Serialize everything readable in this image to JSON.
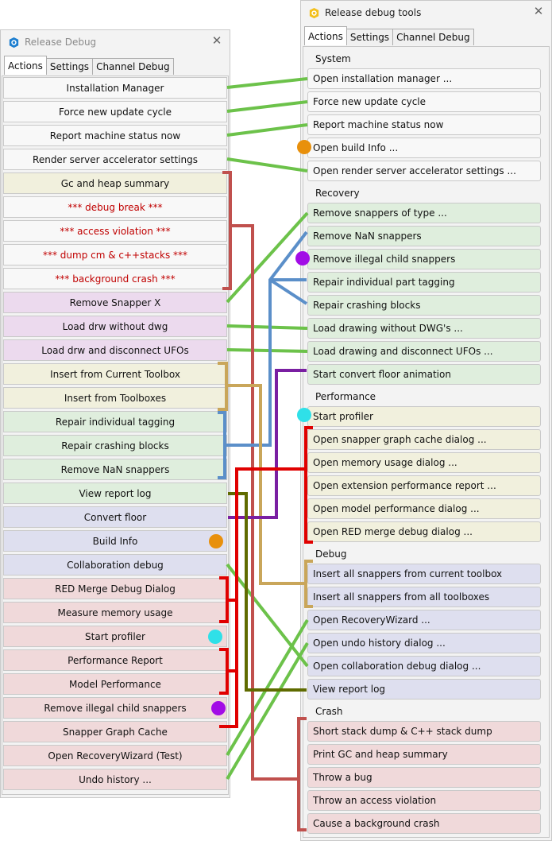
{
  "left_window": {
    "title": "Release Debug",
    "tabs": [
      "Actions",
      "Settings",
      "Channel Debug"
    ],
    "buttons": [
      {
        "label": "Installation Manager",
        "color": "white"
      },
      {
        "label": "Force new update cycle",
        "color": "white"
      },
      {
        "label": "Report machine status now",
        "color": "white"
      },
      {
        "label": "Render server accelerator settings",
        "color": "white"
      },
      {
        "label": "Gc and heap summary",
        "color": "cream"
      },
      {
        "label": "*** debug break ***",
        "color": "white",
        "red_text": true
      },
      {
        "label": "*** access violation ***",
        "color": "white",
        "red_text": true
      },
      {
        "label": "*** dump cm & c++stacks ***",
        "color": "white",
        "red_text": true
      },
      {
        "label": "*** background crash ***",
        "color": "white",
        "red_text": true
      },
      {
        "label": "Remove Snapper X",
        "color": "purple"
      },
      {
        "label": "Load drw without dwg",
        "color": "purple"
      },
      {
        "label": "Load drw and disconnect UFOs",
        "color": "purple"
      },
      {
        "label": "Insert from Current Toolbox",
        "color": "cream"
      },
      {
        "label": "Insert from Toolboxes",
        "color": "cream"
      },
      {
        "label": "Repair individual tagging",
        "color": "green"
      },
      {
        "label": "Repair crashing blocks",
        "color": "green"
      },
      {
        "label": "Remove NaN snappers",
        "color": "green"
      },
      {
        "label": "View report log",
        "color": "green"
      },
      {
        "label": "Convert floor",
        "color": "blue"
      },
      {
        "label": "Build Info",
        "color": "blue"
      },
      {
        "label": "Collaboration debug",
        "color": "blue"
      },
      {
        "label": "RED Merge Debug Dialog",
        "color": "pink"
      },
      {
        "label": "Measure memory usage",
        "color": "pink"
      },
      {
        "label": "Start profiler",
        "color": "pink"
      },
      {
        "label": "Performance Report",
        "color": "pink"
      },
      {
        "label": "Model Performance",
        "color": "pink"
      },
      {
        "label": "Remove illegal child snappers",
        "color": "pink"
      },
      {
        "label": "Snapper Graph Cache",
        "color": "pink"
      },
      {
        "label": "Open RecoveryWizard (Test)",
        "color": "pink"
      },
      {
        "label": "Undo history ...",
        "color": "pink"
      }
    ]
  },
  "right_window": {
    "title": "Release debug tools",
    "tabs": [
      "Actions",
      "Settings",
      "Channel Debug"
    ],
    "sections": [
      {
        "title": "System",
        "items": [
          {
            "label": "Open installation manager ...",
            "color": "white"
          },
          {
            "label": "Force new update cycle",
            "color": "white"
          },
          {
            "label": "Report machine status now",
            "color": "white"
          },
          {
            "label": "Open build Info ...",
            "color": "white"
          },
          {
            "label": "Open render server accelerator settings ...",
            "color": "white"
          }
        ]
      },
      {
        "title": "Recovery",
        "items": [
          {
            "label": "Remove snappers of type ...",
            "color": "green"
          },
          {
            "label": "Remove NaN snappers",
            "color": "green"
          },
          {
            "label": "Remove illegal child snappers",
            "color": "green"
          },
          {
            "label": "Repair individual part tagging",
            "color": "green"
          },
          {
            "label": "Repair crashing blocks",
            "color": "green"
          },
          {
            "label": "Load drawing without DWG's ...",
            "color": "green"
          },
          {
            "label": "Load drawing and disconnect UFOs ...",
            "color": "green"
          },
          {
            "label": "Start convert floor animation",
            "color": "green"
          }
        ]
      },
      {
        "title": "Performance",
        "items": [
          {
            "label": "Start profiler",
            "color": "cream"
          },
          {
            "label": "Open snapper graph cache dialog ...",
            "color": "cream"
          },
          {
            "label": "Open memory usage dialog ...",
            "color": "cream"
          },
          {
            "label": "Open extension performance report ...",
            "color": "cream"
          },
          {
            "label": "Open model performance dialog ...",
            "color": "cream"
          },
          {
            "label": "Open RED merge debug dialog ...",
            "color": "cream"
          }
        ]
      },
      {
        "title": "Debug",
        "items": [
          {
            "label": "Insert all snappers from current toolbox",
            "color": "blue"
          },
          {
            "label": "Insert all snappers from all toolboxes",
            "color": "blue"
          },
          {
            "label": "Open RecoveryWizard ...",
            "color": "blue"
          },
          {
            "label": "Open undo history dialog ...",
            "color": "blue"
          },
          {
            "label": "Open collaboration debug dialog ...",
            "color": "blue"
          },
          {
            "label": "View report log",
            "color": "blue"
          }
        ]
      },
      {
        "title": "Crash",
        "items": [
          {
            "label": "Short stack dump & C++ stack dump",
            "color": "pink"
          },
          {
            "label": "Print GC and heap summary",
            "color": "pink"
          },
          {
            "label": "Throw a bug",
            "color": "pink"
          },
          {
            "label": "Throw an access violation",
            "color": "pink"
          },
          {
            "label": "Cause a background crash",
            "color": "pink"
          }
        ]
      }
    ]
  },
  "markers": [
    {
      "name": "build-info",
      "color": "#e8900c"
    },
    {
      "name": "start-profiler",
      "color": "#2fe0e8"
    },
    {
      "name": "remove-illegal-child-snappers",
      "color": "#a20ce6"
    }
  ],
  "connector_colors": {
    "green": "#6cc24a",
    "red": "#c0504d",
    "bright_red": "#e00000",
    "blue": "#5b8fc9",
    "purple": "#7a1fa2",
    "gold": "#c9a65a",
    "olive": "#5f6b00"
  }
}
